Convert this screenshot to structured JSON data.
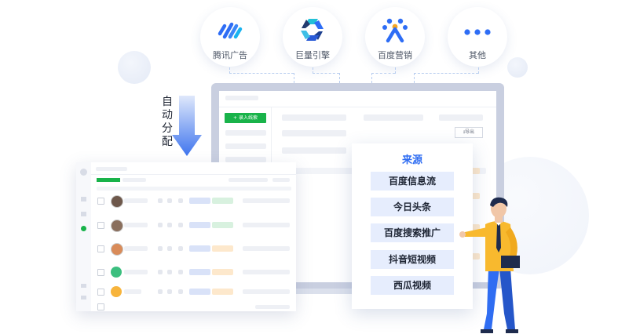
{
  "platforms": [
    {
      "label": "腾讯广告",
      "icon": "tencent-ads-icon"
    },
    {
      "label": "巨量引擎",
      "icon": "ocean-engine-icon"
    },
    {
      "label": "百度营销",
      "icon": "baidu-marketing-icon"
    },
    {
      "label": "其他",
      "icon": "more-dots-icon"
    }
  ],
  "auto_assign": "自动分配",
  "back_panel": {
    "add_button": "+ 录入线索",
    "export_button": "导出"
  },
  "source_panel": {
    "title": "来源",
    "items": [
      "百度信息流",
      "今日头条",
      "百度搜索推广",
      "抖音短视频",
      "西瓜视频"
    ]
  },
  "colors": {
    "accent": "#2f6df2",
    "green": "#19b34a",
    "orange": "#f9b233"
  }
}
